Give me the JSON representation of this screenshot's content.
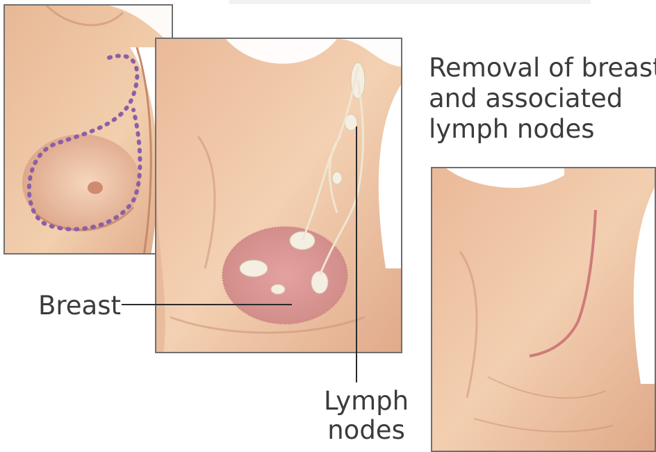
{
  "title": {
    "line1": "Removal of breast",
    "line2": "and associated",
    "line3": "lymph nodes"
  },
  "labels": {
    "breast": "Breast",
    "lymph_line1": "Lymph",
    "lymph_line2": "nodes"
  },
  "colors": {
    "skin": "#f0c9a7",
    "skin_shadow": "#d99f7e",
    "incision_marks": "#8b5fa6",
    "lymph_nodes": "#f4efe2",
    "tissue": "#d98f95",
    "scar": "#cf7a7a",
    "frame": "#6f6f6f"
  }
}
